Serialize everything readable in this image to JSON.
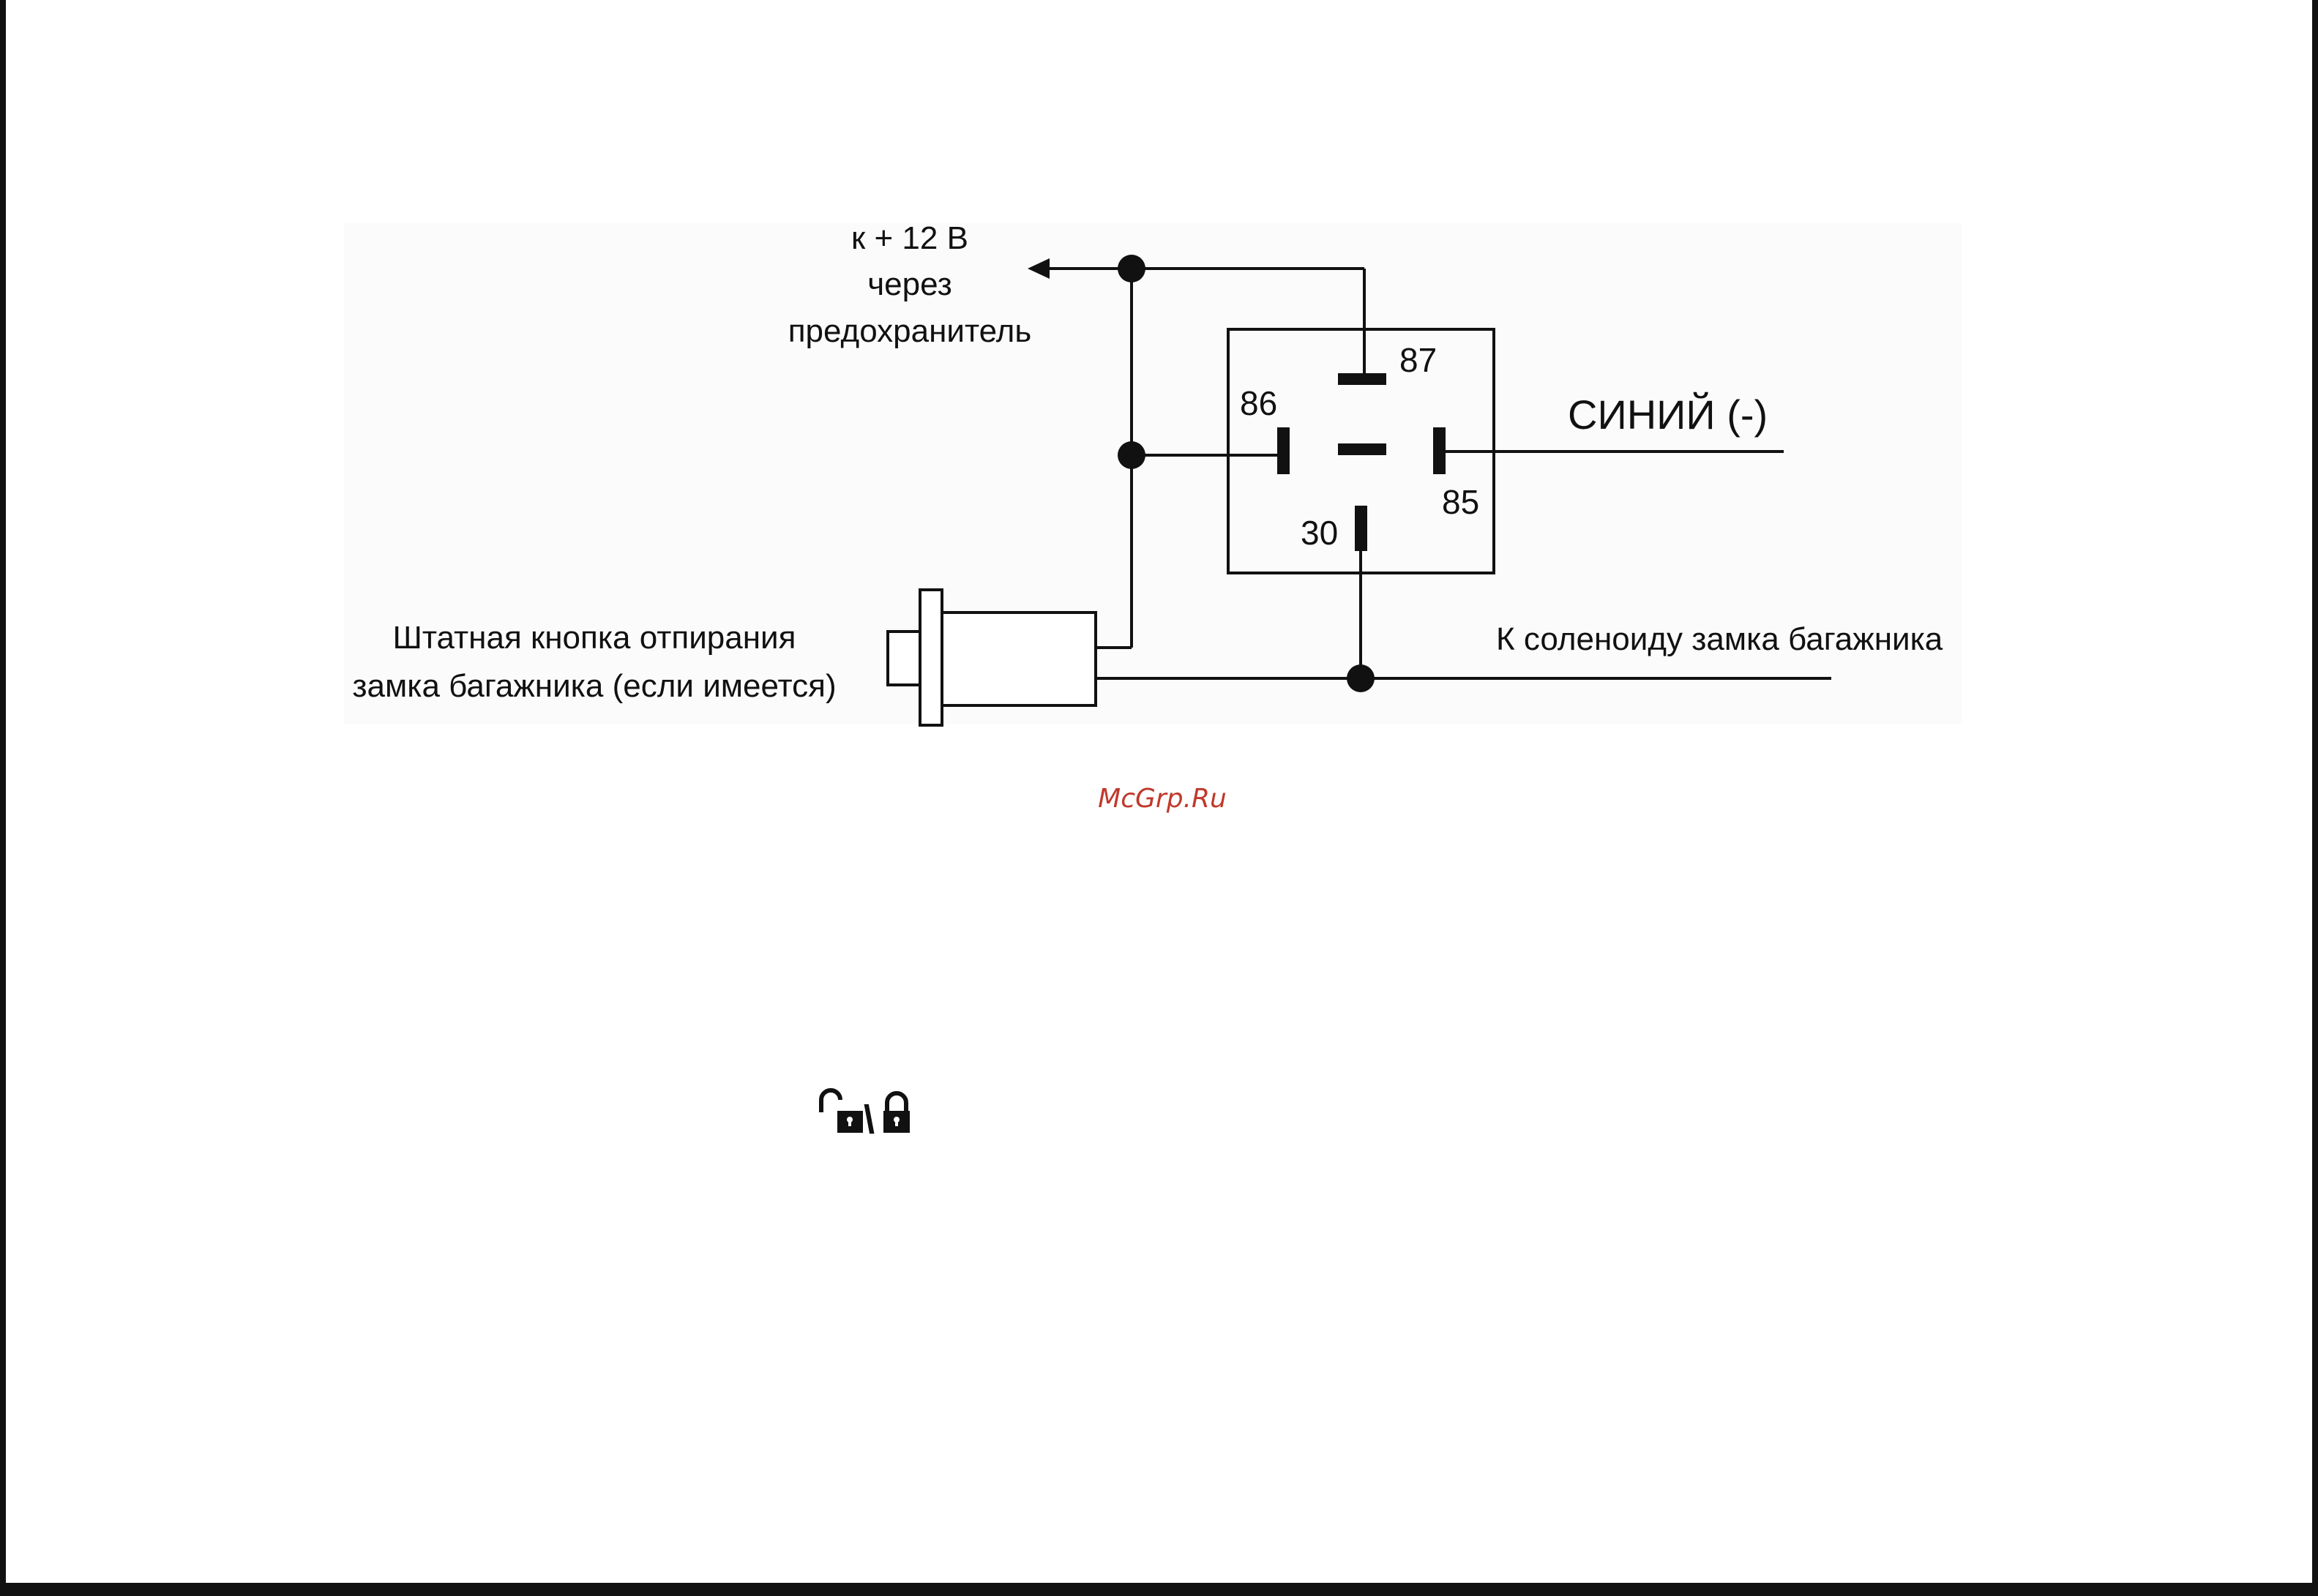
{
  "diagram": {
    "supply_label_lines": [
      "к + 12 В",
      "через",
      "предохранитель"
    ],
    "pins": {
      "p87": "87",
      "p86": "86",
      "p85": "85",
      "p30": "30"
    },
    "wire_blue_label": "СИНИЙ (-)",
    "button_label_lines": [
      "Штатная кнопка отпирания",
      "замка багажника (если имеется)"
    ],
    "solenoid_label": "К соленоиду замка багажника"
  },
  "watermark": "McGrp.Ru",
  "lock_symbol": {
    "separator": "\\",
    "icons": [
      "unlock-icon",
      "lock-icon"
    ]
  },
  "colors": {
    "line": "#111111",
    "watermark": "#c0392b",
    "background": "#ffffff"
  }
}
